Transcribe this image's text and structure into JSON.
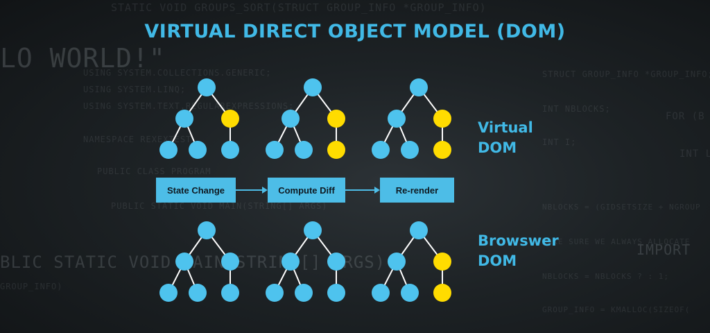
{
  "title": "VIRTUAL DIRECT OBJECT MODEL (DOM)",
  "labels": {
    "virtual_line1": "Virtual",
    "virtual_line2": "DOM",
    "browser_line1": "Browswer",
    "browser_line2": "DOM"
  },
  "flow": {
    "steps": [
      "State Change",
      "Compute Diff",
      "Re-render"
    ]
  },
  "colors": {
    "accent": "#41b9e6",
    "node_normal": "#4ec3ee",
    "node_changed": "#ffdc00",
    "box": "#4dbde7"
  },
  "background_code": [
    "STATIC VOID GROUPS_SORT(STRUCT GROUP_INFO *GROUP_INFO)",
    "LO WORLD!\"",
    "USING SYSTEM.COLLECTIONS.GENERIC;",
    "USING SYSTEM.LINQ;",
    "USING SYSTEM.TEXT.REGULAREXPRESSIONS;",
    "NAMESPACE REXEXTEST",
    "PUBLIC CLASS PROGRAM",
    "PUBLIC STATIC VOID MAIN(STRING[] ARGS)",
    "BLIC STATIC VOID MAIN(STRING[] ARGS)",
    "GROUP_INFO)",
    "STRUCT GROUP_INFO *GROUP_INFO;",
    "INT NBLOCKS;",
    "FOR (B",
    "INT I;",
    "INT L",
    "NBLOCKS = (GIDSETSIZE + NGROUP",
    "IMPORT",
    "MAKE SURE WE ALWAYS ALLOCATE",
    "NBLOCKS = NBLOCKS ? : 1;",
    "GROUP_INFO = KMALLOC(SIZEOF("
  ]
}
